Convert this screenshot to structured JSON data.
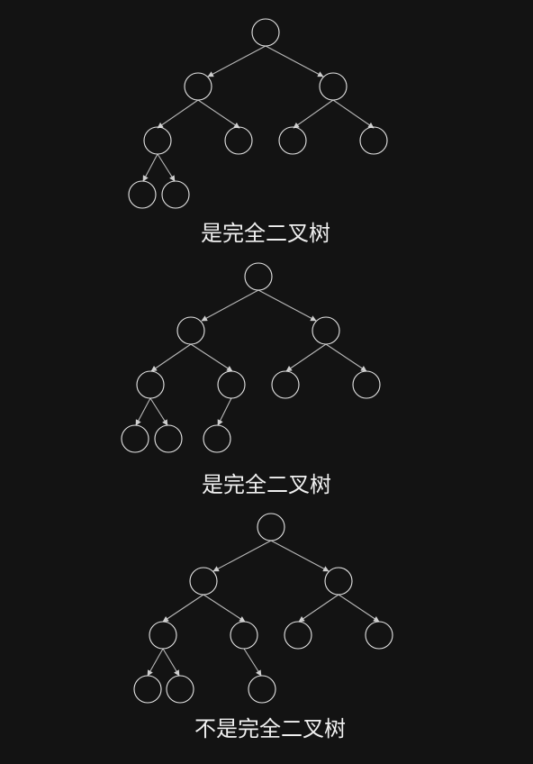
{
  "diagrams": [
    {
      "caption": "是完全二叉树"
    },
    {
      "caption": "是完全二叉树"
    },
    {
      "caption": "不是完全二叉树"
    }
  ],
  "colors": {
    "background": "#131313",
    "node_stroke": "#e6e6e6",
    "edge": "#b9b9b9",
    "text": "#f0f0f0"
  }
}
